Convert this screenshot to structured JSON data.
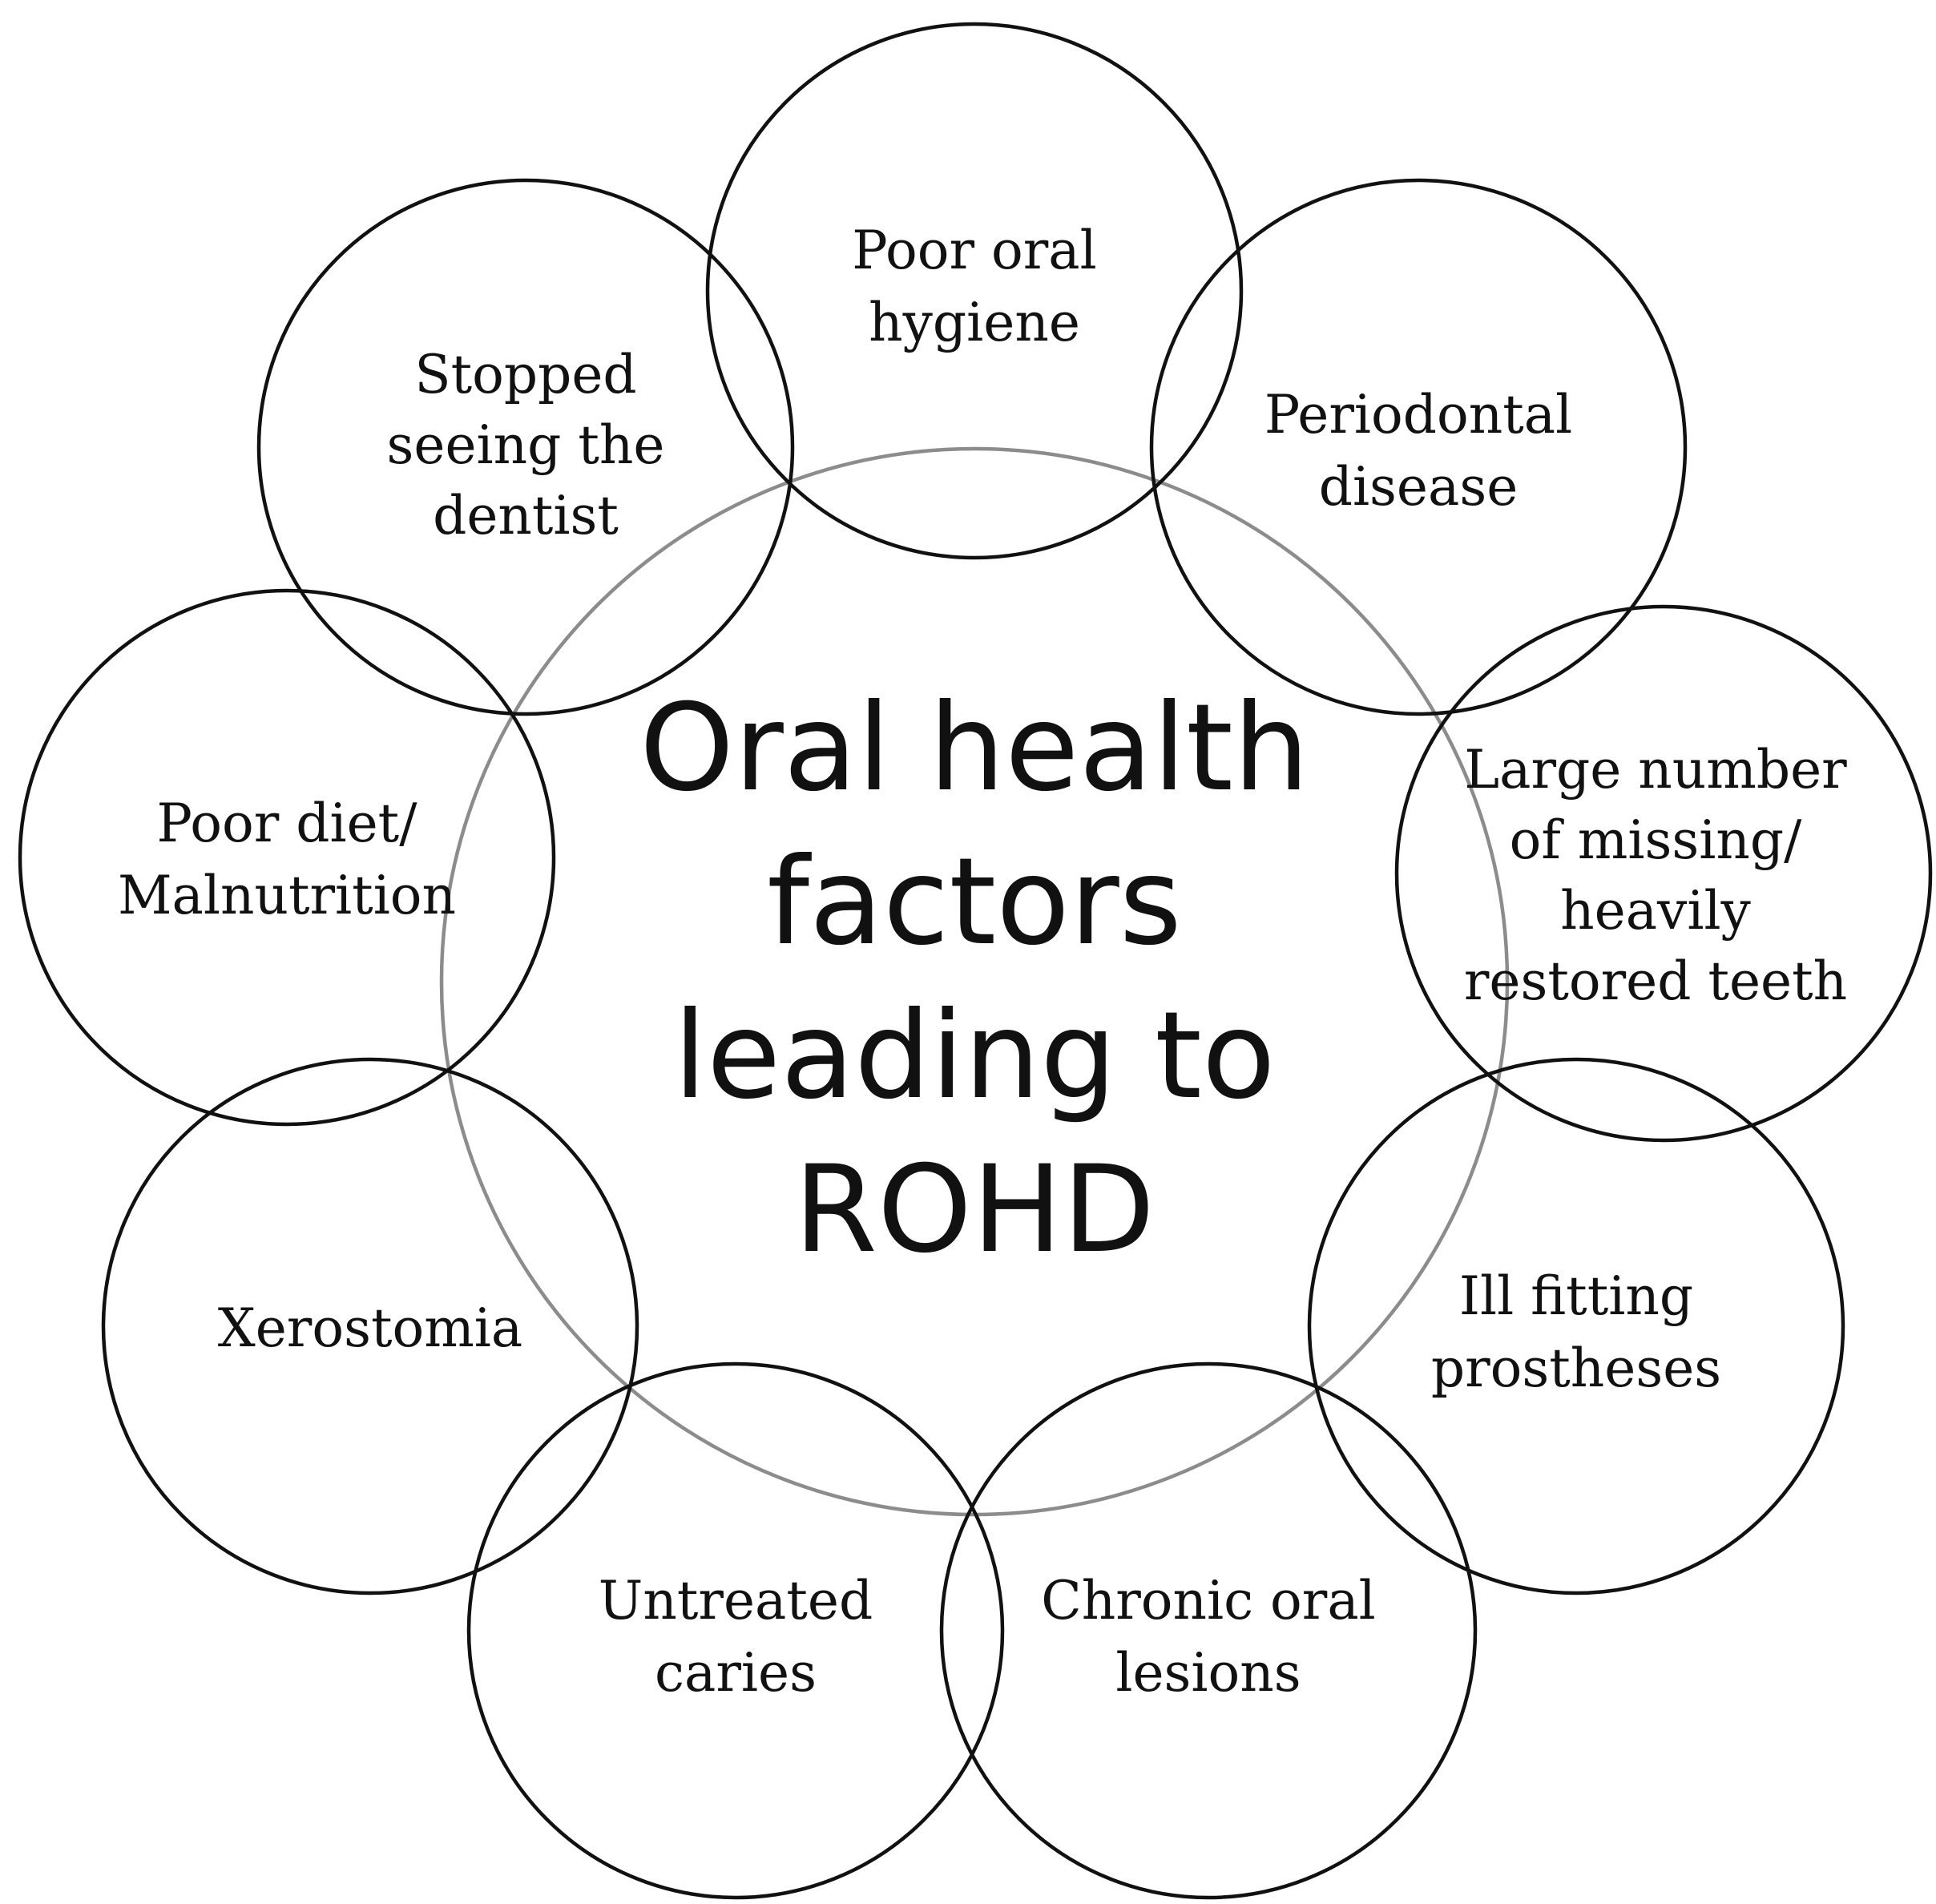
{
  "diagram": {
    "center": {
      "lines": [
        "Oral health",
        "factors",
        "leading to",
        "ROHD"
      ]
    },
    "factors": [
      {
        "id": "poor-oral-hygiene",
        "lines": [
          "Poor oral",
          "hygiene"
        ]
      },
      {
        "id": "periodontal-disease",
        "lines": [
          "Periodontal",
          "disease"
        ]
      },
      {
        "id": "missing-restored-teeth",
        "lines": [
          "Large number",
          "of missing/",
          "heavily",
          "restored teeth"
        ]
      },
      {
        "id": "ill-fitting-prostheses",
        "lines": [
          "Ill fitting",
          "prostheses"
        ]
      },
      {
        "id": "chronic-oral-lesions",
        "lines": [
          "Chronic oral",
          "lesions"
        ]
      },
      {
        "id": "untreated-caries",
        "lines": [
          "Untreated",
          "caries"
        ]
      },
      {
        "id": "xerostomia",
        "lines": [
          "Xerostomia"
        ]
      },
      {
        "id": "poor-diet-malnutrition",
        "lines": [
          "Poor diet/",
          "Malnutrition"
        ]
      },
      {
        "id": "stopped-seeing-dentist",
        "lines": [
          "Stopped",
          "seeing the",
          "dentist"
        ]
      }
    ],
    "colors": {
      "factor_stroke": "#111111",
      "center_stroke": "#8c8c8c",
      "text": "#111111"
    }
  }
}
